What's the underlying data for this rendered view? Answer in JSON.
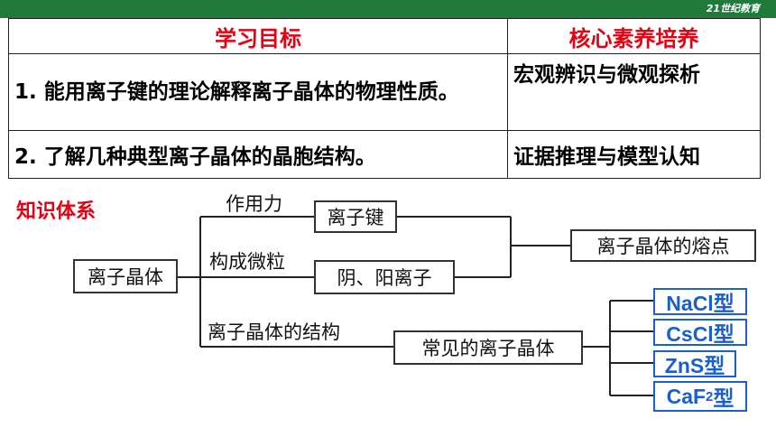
{
  "logo": "21世纪教育",
  "table": {
    "header": [
      "学习目标",
      "核心素养培养"
    ],
    "rows": [
      [
        "1. 能用离子键的理论解释离子晶体的物理性质。",
        "宏观辨识与微观探析"
      ],
      [
        "2. 了解几种典型离子晶体的晶胞结构。",
        "证据推理与模型认知"
      ]
    ]
  },
  "section_title": "知识体系",
  "diagram": {
    "root": "离子晶体",
    "branch_labels": [
      "作用力",
      "构成微粒",
      "离子晶体的结构"
    ],
    "nodes": {
      "bond": "离子键",
      "particles": "阴、阳离子",
      "melting_point": "离子晶体的熔点",
      "common": "常见的离子晶体"
    },
    "types": [
      {
        "base": "NaCl型",
        "sub": ""
      },
      {
        "base": "CsCl型",
        "sub": ""
      },
      {
        "base": "ZnS型",
        "sub": ""
      },
      {
        "base": "CaF",
        "sub": "2",
        "suffix": "型"
      }
    ],
    "colors": {
      "accent_red": "#e60012",
      "type_blue": "#1a5fd0",
      "top_bar": "#1f7a3c"
    }
  }
}
